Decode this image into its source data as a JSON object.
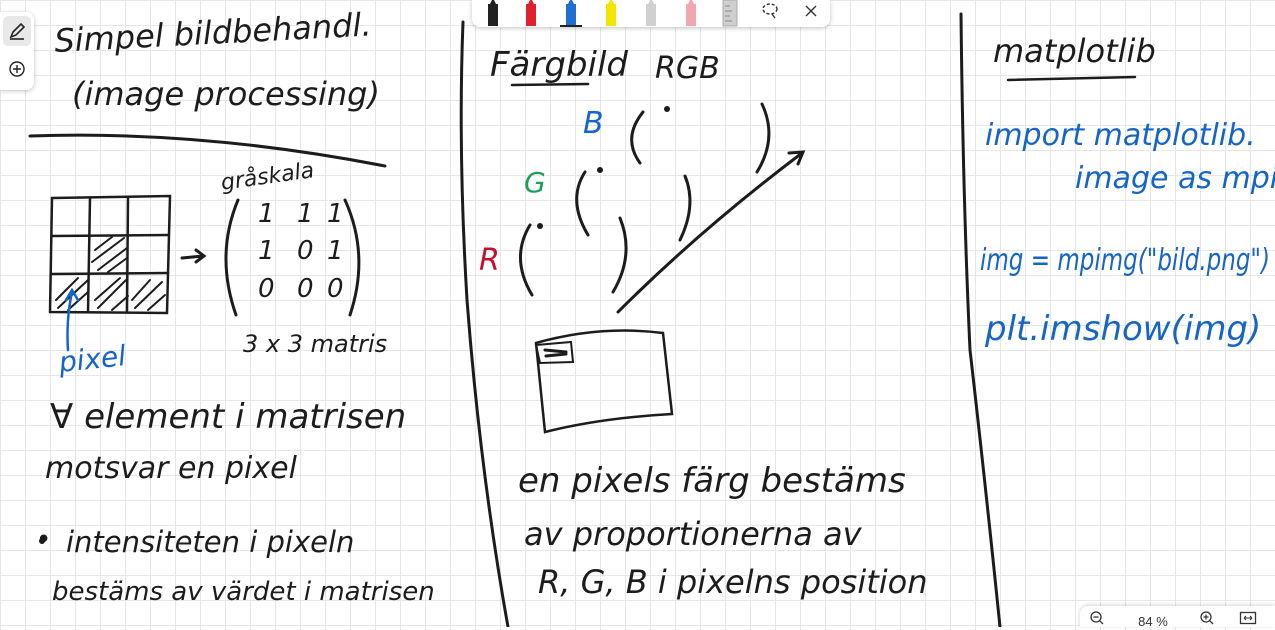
{
  "toolbar": {
    "pens": [
      {
        "name": "black-pen",
        "color": "#222222"
      },
      {
        "name": "red-pen",
        "color": "#e0202e"
      },
      {
        "name": "blue-pen",
        "color": "#1f6fd1"
      },
      {
        "name": "yellow-highlighter",
        "color": "#f2e600"
      },
      {
        "name": "eraser",
        "color": "#d0d0d0"
      },
      {
        "name": "pink-eraser",
        "color": "#f2a6b0"
      },
      {
        "name": "ruler",
        "color": "#cfcfcf"
      }
    ],
    "lasso_icon": "lasso-select-icon",
    "close_icon": "close-icon"
  },
  "sidebar": {
    "items": [
      "pen-icon",
      "add-icon"
    ]
  },
  "zoom": {
    "value": "84 %"
  },
  "notes": {
    "col1": {
      "title1": "Simpel bildbehandl.",
      "title2": "(image processing)",
      "gray_label": "gråskala",
      "matrix_rows": [
        [
          "1",
          "1",
          "1"
        ],
        [
          "1",
          "0",
          "1"
        ],
        [
          "0",
          "0",
          "0"
        ]
      ],
      "matrix_caption": "3 x 3 matris",
      "pixel_label": "pixel",
      "line1": "∀ element i matrisen",
      "line2": "motsvar en pixel",
      "bullet": "•",
      "line3": "intensiteten i pixeln",
      "line4": "bestäms av värdet i matrisen"
    },
    "col2": {
      "title": "Färgbild",
      "title2": "RGB",
      "b": "B",
      "g": "G",
      "r": "R",
      "line1": "en pixels färg bestäms",
      "line2": "av proportionerna av",
      "line3": "R, G, B i pixelns position"
    },
    "col3": {
      "title": "matplotlib",
      "code1": "import matplotlib.",
      "code2": "image as mpimg",
      "code3": "img = mpimg(\"bild.png\")",
      "code4": "plt.imshow(img)"
    },
    "colors": {
      "ink": "#1c1c1c",
      "blue": "#1565c8",
      "green": "#1aa05a",
      "red": "#c8102e"
    }
  }
}
